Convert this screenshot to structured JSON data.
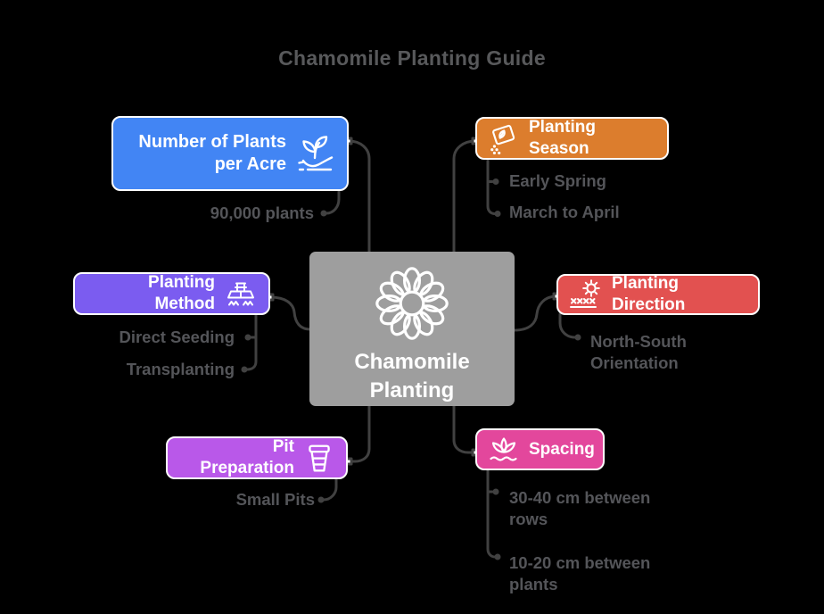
{
  "title": "Chamomile Planting Guide",
  "theme": {
    "background": "#000000",
    "connector_color": "#414141",
    "child_text_color": "#545559",
    "node_text_color": "#FFFFFF"
  },
  "center": {
    "label": "Chamomile Planting",
    "color": "#9E9E9E",
    "icon": "chamomile-flower-icon"
  },
  "branches": [
    {
      "label": "Number of Plants per Acre",
      "color": "#4285F4",
      "icon": "hand-planting-seedling-icon",
      "children": [
        "90,000 plants"
      ]
    },
    {
      "label": "Planting Season",
      "color": "#DC7D2D",
      "icon": "seed-packet-icon",
      "children": [
        "Early Spring",
        "March to April"
      ]
    },
    {
      "label": "Planting Method",
      "color": "#7B5CF0",
      "icon": "seeder-machine-icon",
      "children": [
        "Direct Seeding",
        "Transplanting"
      ]
    },
    {
      "label": "Planting Direction",
      "color": "#E25150",
      "icon": "sun-over-rows-icon",
      "children": [
        "North-South Orientation"
      ]
    },
    {
      "label": "Pit Preparation",
      "color": "#B958E9",
      "icon": "flower-pot-icon",
      "children": [
        "Small Pits"
      ]
    },
    {
      "label": "Spacing",
      "color": "#E3479C",
      "icon": "lotus-plant-icon",
      "children": [
        "30-40 cm between rows",
        "10-20 cm between plants"
      ]
    }
  ]
}
